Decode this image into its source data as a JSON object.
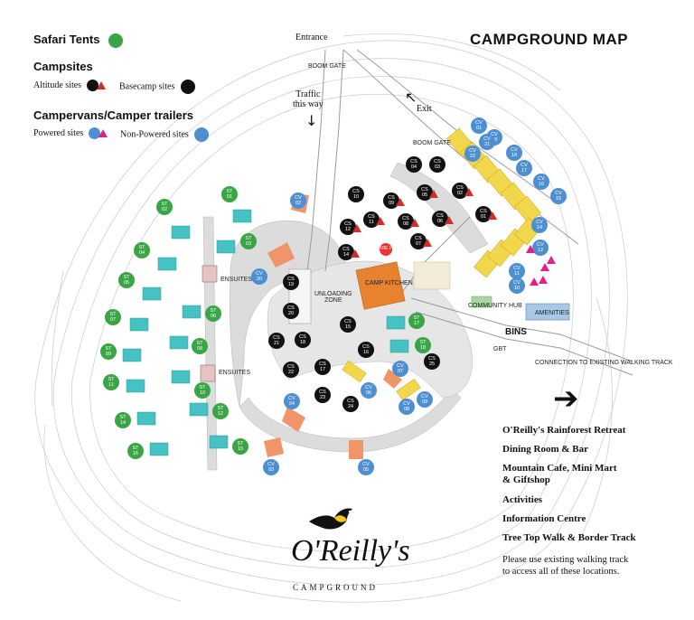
{
  "title": "CAMPGROUND MAP",
  "legend": {
    "safari_tents": "Safari Tents",
    "campsites": "Campsites",
    "altitude_sites": "Altitude sites",
    "basecamp_sites": "Basecamp sites",
    "campervans": "Campervans/Camper trailers",
    "powered_sites": "Powered sites",
    "non_powered_sites": "Non-Powered sites"
  },
  "colors": {
    "safari_green": "#3aa545",
    "campsite_black": "#111111",
    "campervan_blue": "#4d8fd1",
    "altitude_red": "#d42b2b",
    "powered_pink": "#e0218a",
    "tent_teal": "#46c1c4",
    "cabin_yellow": "#f2d64b",
    "kitchen_orange": "#e8822e",
    "pad_salmon": "#f0956a"
  },
  "map_labels": {
    "entrance": "Entrance",
    "boom_gate_top": "BOOM GATE",
    "boom_gate_right": "BOOM GATE",
    "traffic": "Traffic\nthis way",
    "exit": "Exit",
    "ensuites_1": "ENSUITES",
    "ensuites_2": "ENSUITES",
    "unloading_zone": "UNLOADING\nZONE",
    "camp_kitchen": "CAMP KITCHEN",
    "fire_pit": "FIRE PIT",
    "community_hub": "COMMUNITY HUB",
    "amenities": "AMENITIES",
    "bins": "BINS",
    "gbt": "GBT",
    "connection": "CONNECTION TO EXISTING WALKING TRACK"
  },
  "safari_tents": [
    {
      "id": "ST\n01"
    },
    {
      "id": "ST\n02"
    },
    {
      "id": "ST\n03"
    },
    {
      "id": "ST\n04"
    },
    {
      "id": "ST\n05"
    },
    {
      "id": "ST\n06"
    },
    {
      "id": "ST\n07"
    },
    {
      "id": "ST\n08"
    },
    {
      "id": "ST\n09"
    },
    {
      "id": "ST\n10"
    },
    {
      "id": "ST\n11"
    },
    {
      "id": "ST\n12"
    },
    {
      "id": "ST\n14"
    },
    {
      "id": "ST\n15"
    },
    {
      "id": "ST\n16"
    },
    {
      "id": "ST\n17"
    },
    {
      "id": "ST\n18"
    }
  ],
  "campsites": [
    {
      "id": "CS\n01",
      "alt": true
    },
    {
      "id": "CS\n02",
      "alt": true
    },
    {
      "id": "CS\n03",
      "alt": false
    },
    {
      "id": "CS\n04",
      "alt": false
    },
    {
      "id": "CS\n05",
      "alt": true
    },
    {
      "id": "CS\n06",
      "alt": true
    },
    {
      "id": "CS\n07",
      "alt": true
    },
    {
      "id": "CS\n08",
      "alt": true
    },
    {
      "id": "CS\n09",
      "alt": true
    },
    {
      "id": "CS\n10",
      "alt": false
    },
    {
      "id": "CS\n11",
      "alt": true
    },
    {
      "id": "CS\n12",
      "alt": true
    },
    {
      "id": "CS\n14",
      "alt": true
    },
    {
      "id": "CS\n15",
      "alt": false
    },
    {
      "id": "CS\n16",
      "alt": false
    },
    {
      "id": "CS\n17",
      "alt": false
    },
    {
      "id": "CS\n18",
      "alt": false
    },
    {
      "id": "CS\n19",
      "alt": false
    },
    {
      "id": "CS\n20",
      "alt": false
    },
    {
      "id": "CS\n21",
      "alt": false
    },
    {
      "id": "CS\n22",
      "alt": false
    },
    {
      "id": "CS\n23",
      "alt": false
    },
    {
      "id": "CS\n24",
      "alt": false
    },
    {
      "id": "CS\n25",
      "alt": false
    }
  ],
  "campervans": [
    {
      "id": "CV\n01"
    },
    {
      "id": "CV\n02"
    },
    {
      "id": "CV\n03"
    },
    {
      "id": "CV\n04"
    },
    {
      "id": "CV\n05"
    },
    {
      "id": "CV\n06"
    },
    {
      "id": "CV\n07"
    },
    {
      "id": "CV\n08"
    },
    {
      "id": "CV\n09"
    },
    {
      "id": "CV\n10"
    },
    {
      "id": "CV\n11"
    },
    {
      "id": "CV\n12"
    },
    {
      "id": "CV\n14"
    },
    {
      "id": "CV\n15"
    },
    {
      "id": "CV\n16"
    },
    {
      "id": "CV\n17"
    },
    {
      "id": "CV\n18"
    },
    {
      "id": "CV\n19"
    },
    {
      "id": "CV\n20"
    },
    {
      "id": "CV\n21"
    },
    {
      "id": "CV\n22"
    }
  ],
  "locations": [
    "O'Reilly's Rainforest Retreat",
    "Dining Room & Bar",
    "Mountain Cafe, Mini Mart\n& Giftshop",
    "Activities",
    "Information Centre",
    "Tree Top Walk & Border Track"
  ],
  "note": "Please use existing walking track\nto access all of these locations.",
  "logo": {
    "name": "O'Reilly's",
    "sub": "CAMPGROUND"
  },
  "icons": {
    "exit_arrow": "arrow-up-left-icon",
    "traffic_arrow": "arrow-down-icon",
    "locations_arrow": "arrow-right-icon",
    "logo_bird": "bird-icon"
  }
}
